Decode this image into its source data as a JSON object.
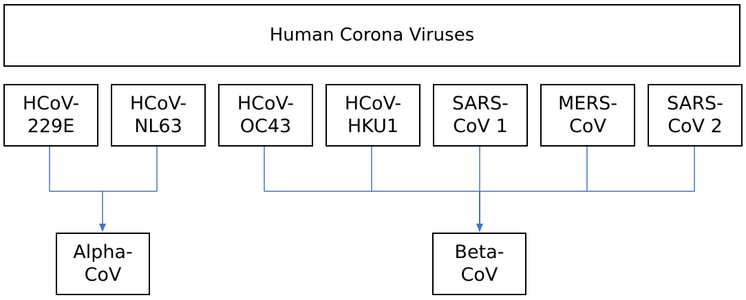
{
  "title": "Human Corona Viruses",
  "viruses": [
    {
      "line1": "HCoV-",
      "line2": "229E"
    },
    {
      "line1": "HCoV-",
      "line2": "NL63"
    },
    {
      "line1": "HCoV-",
      "line2": "OC43"
    },
    {
      "line1": "HCoV-",
      "line2": "HKU1"
    },
    {
      "line1": "SARS-",
      "line2": "CoV 1"
    },
    {
      "line1": "MERS-",
      "line2": "CoV"
    },
    {
      "line1": "SARS-",
      "line2": "CoV 2"
    }
  ],
  "groups": [
    {
      "line1": "Alpha-",
      "line2": "CoV"
    },
    {
      "line1": "Beta-",
      "line2": "CoV"
    }
  ],
  "colors": {
    "connector": "#4472C4",
    "border": "#000000",
    "text": "#000000"
  }
}
